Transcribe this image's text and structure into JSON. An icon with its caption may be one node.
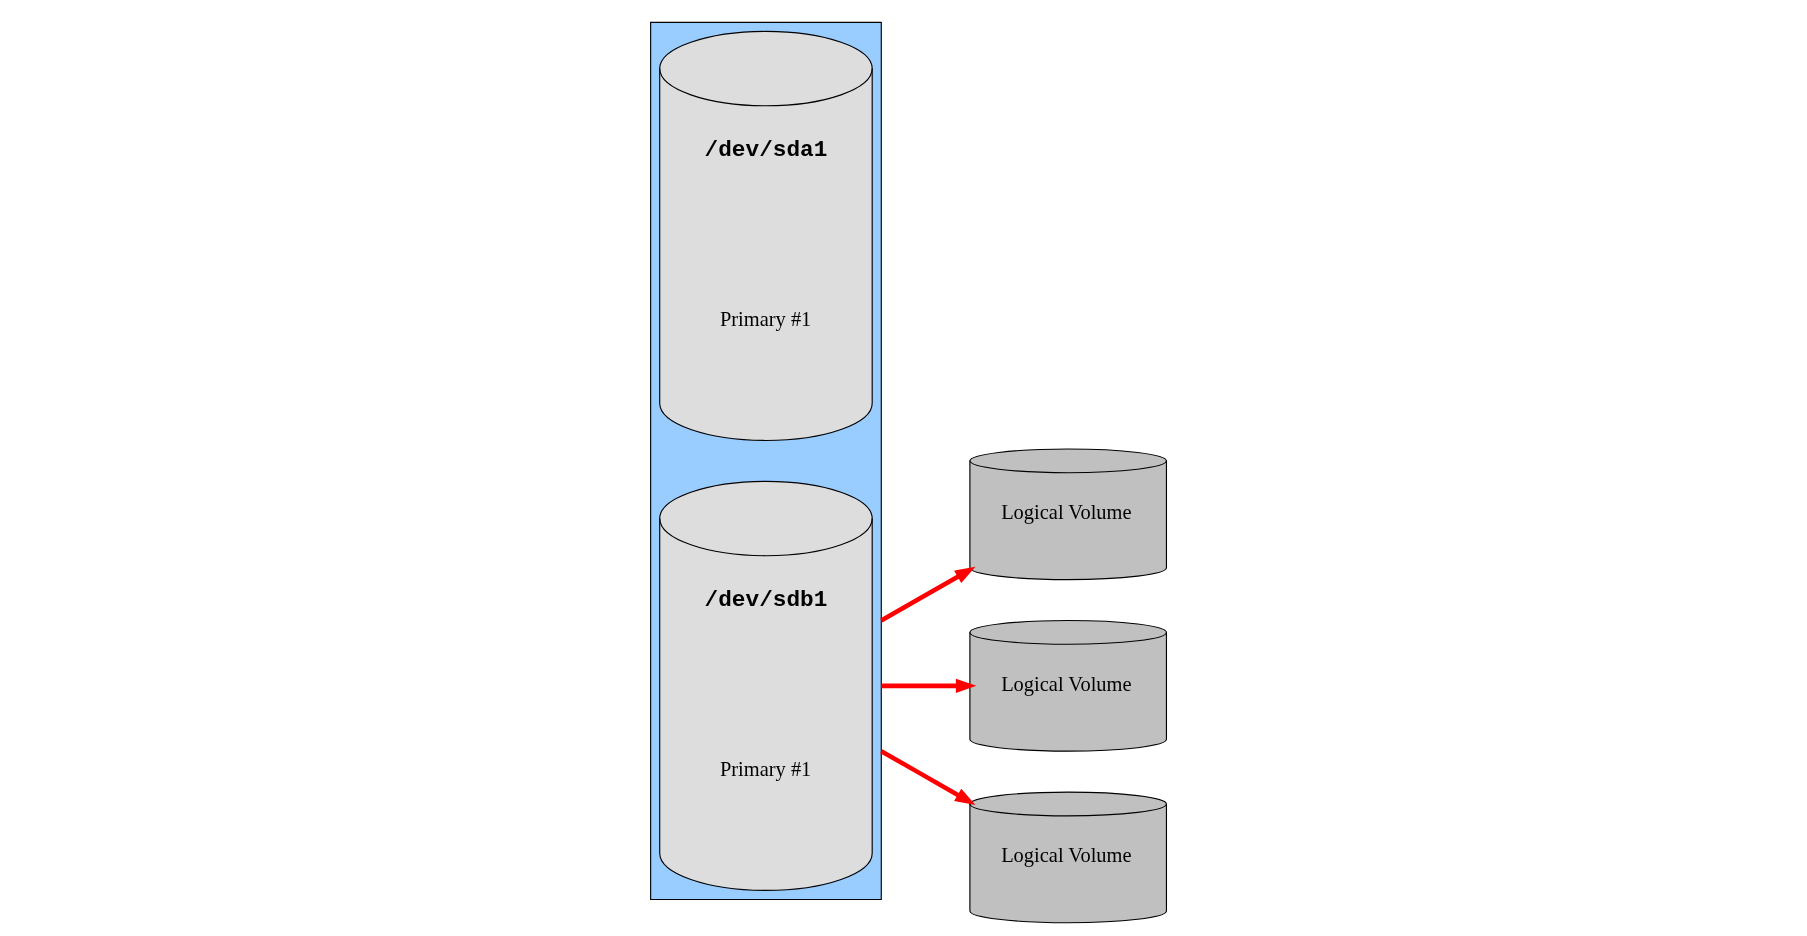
{
  "diagram": {
    "nodes": [
      {
        "text": [],
        "shape": "box"
      },
      {
        "text": [
          "/dev/sda1",
          "Primary #1"
        ],
        "in": 0
      },
      {
        "text": [
          "/dev/sdb1",
          "Primary #1"
        ],
        "in": 0
      },
      {
        "text": [
          "Logical Volume"
        ]
      },
      {
        "text": [
          "Logical Volume"
        ]
      },
      {
        "text": [
          "Logical Volume"
        ]
      }
    ],
    "edges": [
      {
        "from": 0,
        "to": 3,
        "arrow": "to",
        "color": "#ff0000"
      },
      {
        "from": 0,
        "to": 4,
        "arrow": "to",
        "color": "#ff0000"
      },
      {
        "from": 0,
        "to": 5,
        "arrow": "to",
        "color": "#ff0000"
      }
    ]
  }
}
